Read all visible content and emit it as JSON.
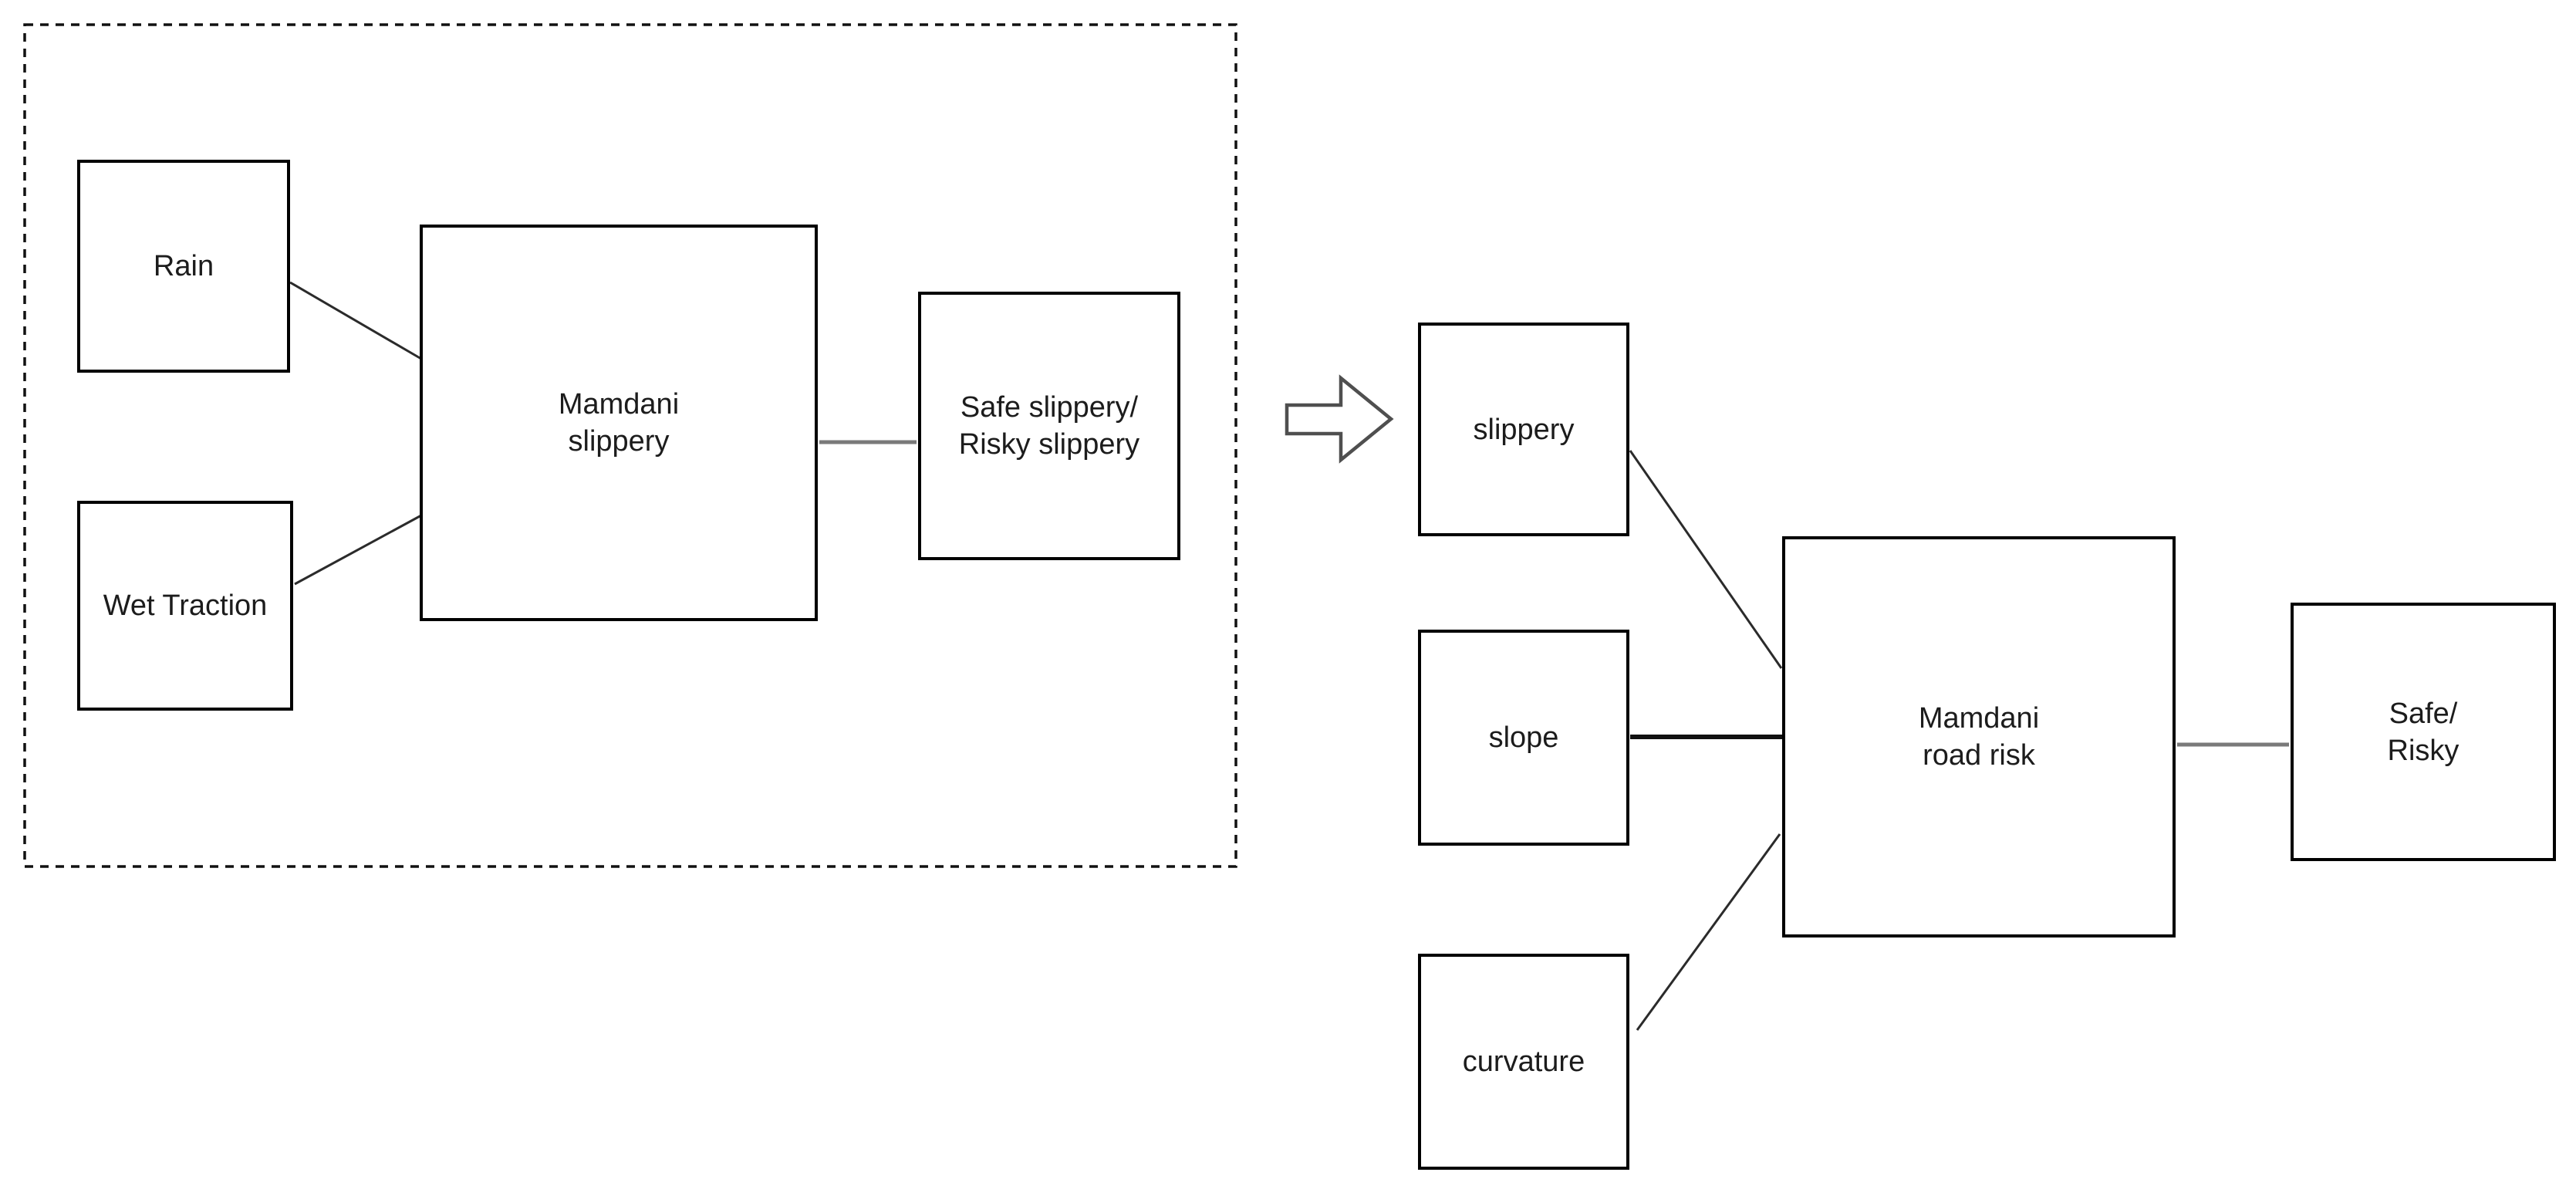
{
  "nodes": {
    "rain": {
      "label": "Rain"
    },
    "wet_traction": {
      "label": "Wet Traction"
    },
    "mamdani_slippery": {
      "line1": "Mamdani",
      "line2": "slippery"
    },
    "safe_slippery": {
      "line1": "Safe slippery/",
      "line2": "Risky slippery"
    },
    "slippery": {
      "label": "slippery"
    },
    "slope": {
      "label": "slope"
    },
    "curvature": {
      "label": "curvature"
    },
    "mamdani_road_risk": {
      "line1": "Mamdani",
      "line2": "road risk"
    },
    "safe_risky": {
      "line1": "Safe/",
      "line2": "Risky"
    }
  },
  "icons": {
    "transform_arrow": "block-arrow-right"
  },
  "colors": {
    "background": "#ffffff",
    "box_border": "#000000",
    "text": "#1c1c1c",
    "edge_line": "#2b2b2b",
    "connector_gray": "#7a7a7a",
    "dashed_border": "#111111"
  }
}
